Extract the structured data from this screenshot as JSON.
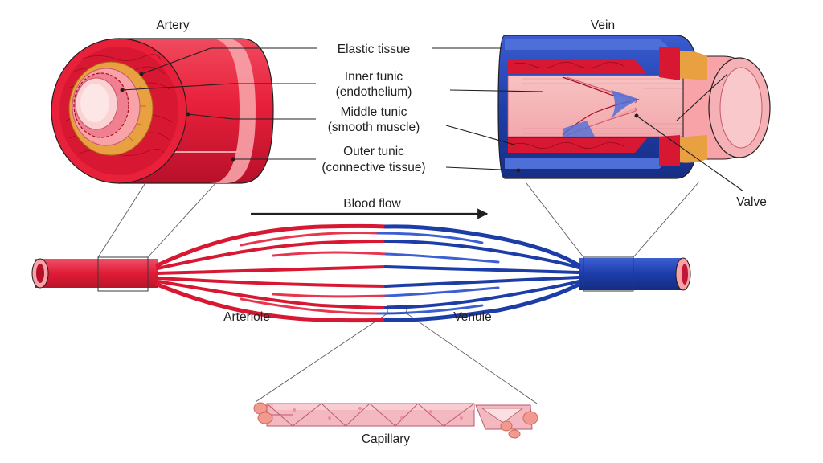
{
  "labels": {
    "artery": "Artery",
    "vein": "Vein",
    "elastic_tissue": "Elastic tissue",
    "inner_tunic_1": "Inner tunic",
    "inner_tunic_2": "(endothelium)",
    "middle_tunic_1": "Middle tunic",
    "middle_tunic_2": "(smooth muscle)",
    "outer_tunic_1": "Outer tunic",
    "outer_tunic_2": "(connective tissue)",
    "valve": "Valve",
    "blood_flow": "Blood flow",
    "arteriole": "Arteriole",
    "venule": "Venule",
    "capillary": "Capillary"
  },
  "colors": {
    "artery_red": "#e8203a",
    "artery_light": "#f7a3a8",
    "vein_blue": "#1f3fa8",
    "vein_light": "#4f6fd8",
    "smooth_muscle": "#e8a040",
    "capillary_pink": "#f4b8c0",
    "outline": "#231f20"
  }
}
